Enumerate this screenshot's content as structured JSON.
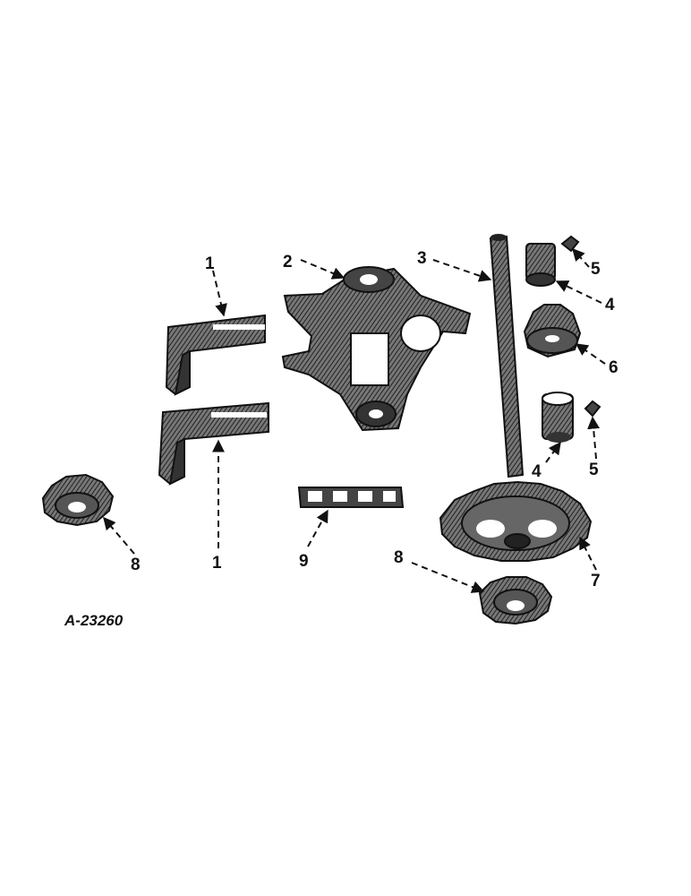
{
  "figure_id": "A-23260",
  "callouts": {
    "c1_top": "1",
    "c1_bottom": "1",
    "c2": "2",
    "c3": "3",
    "c4_top": "4",
    "c4_bottom": "4",
    "c5_top": "5",
    "c5_bottom": "5",
    "c6": "6",
    "c7": "7",
    "c8_left": "8",
    "c8_right": "8",
    "c9": "9"
  },
  "colors": {
    "ink": "#111111",
    "mid": "#555555",
    "paper": "#ffffff"
  }
}
